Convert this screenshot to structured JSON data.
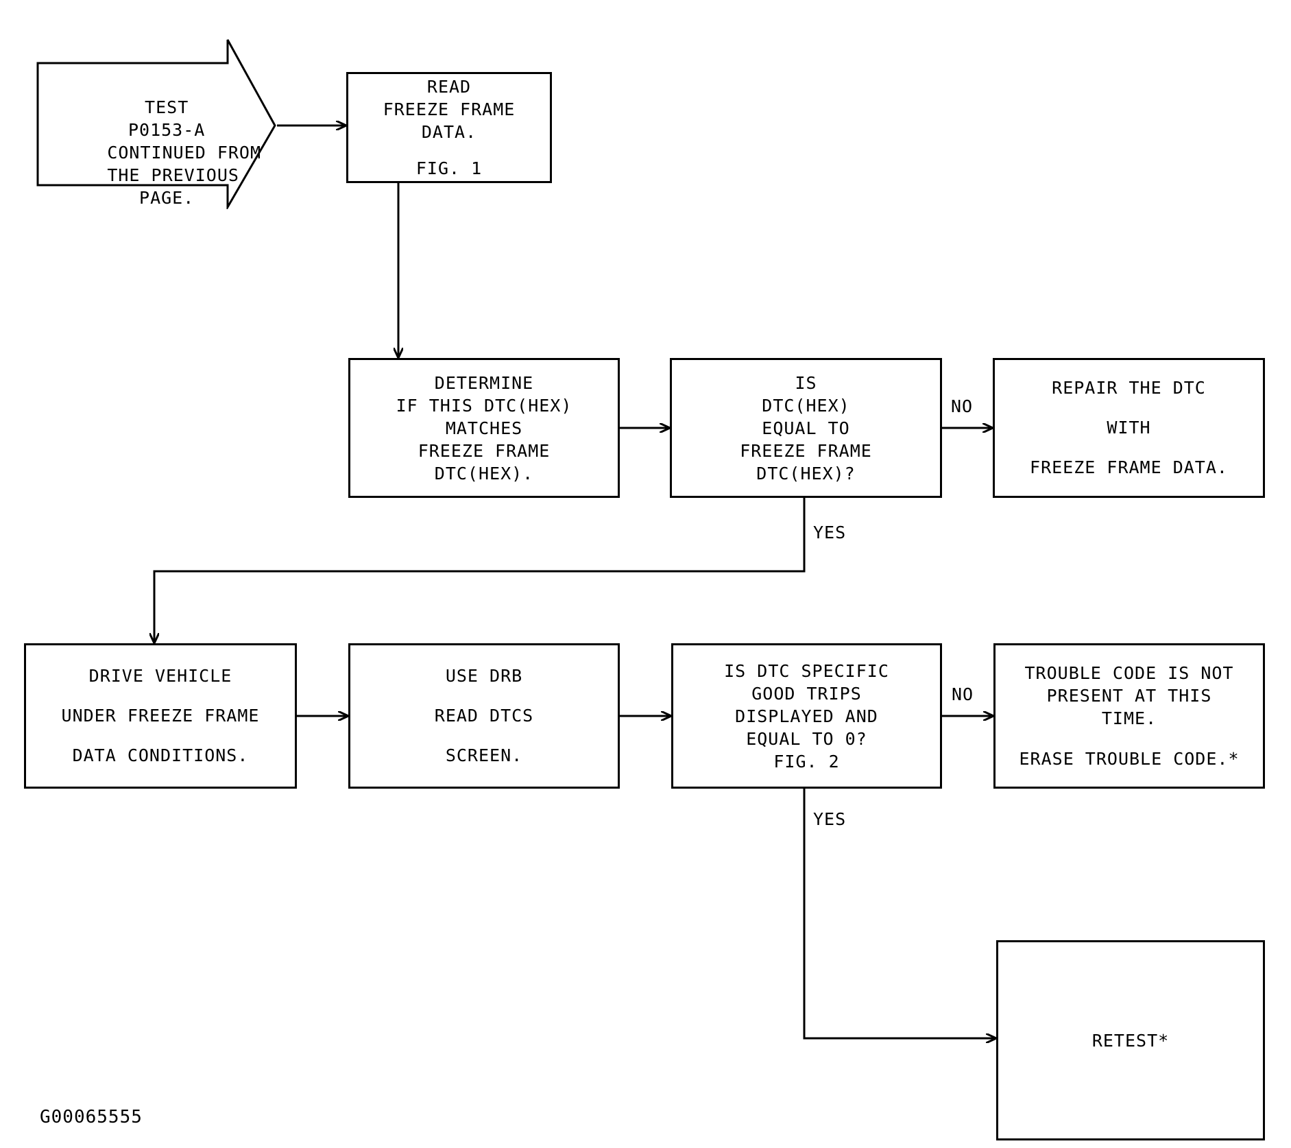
{
  "diagram": {
    "title": "TEST P0153-A flowchart continued",
    "footer_code": "G00065555",
    "stroke_color": "#000000",
    "background_color": "#ffffff"
  },
  "start_banner": {
    "name": "continued-from-previous-page-banner",
    "lines": [
      "TEST",
      "P0153-A",
      "CONTINUED FROM",
      "THE PREVIOUS",
      "PAGE."
    ]
  },
  "nodes": [
    {
      "id": "read-freeze-frame-data",
      "lines": [
        "READ",
        "FREEZE FRAME",
        "DATA.",
        "",
        "FIG. 1"
      ]
    },
    {
      "id": "determine-dtc-match",
      "lines": [
        "DETERMINE",
        "IF THIS DTC(HEX)",
        "MATCHES",
        "FREEZE FRAME",
        "DTC(HEX)."
      ]
    },
    {
      "id": "is-dtc-equal-decision",
      "lines": [
        "IS",
        "DTC(HEX)",
        "EQUAL TO",
        "FREEZE FRAME",
        "DTC(HEX)?"
      ]
    },
    {
      "id": "repair-the-dtc",
      "lines": [
        "REPAIR THE DTC",
        "WITH",
        "FREEZE FRAME DATA."
      ]
    },
    {
      "id": "drive-vehicle",
      "lines": [
        "DRIVE VEHICLE",
        "UNDER FREEZE FRAME",
        "DATA CONDITIONS."
      ]
    },
    {
      "id": "use-drb",
      "lines": [
        "USE DRB",
        "READ DTCS",
        "SCREEN."
      ]
    },
    {
      "id": "good-trips-decision",
      "lines": [
        "IS DTC SPECIFIC",
        "GOOD TRIPS",
        "DISPLAYED AND",
        "EQUAL TO 0?",
        "FIG. 2"
      ]
    },
    {
      "id": "trouble-code-not-present",
      "lines": [
        "TROUBLE CODE IS NOT",
        "PRESENT AT THIS",
        "TIME.",
        "",
        "ERASE TROUBLE CODE.*"
      ]
    },
    {
      "id": "retest",
      "lines": [
        "RETEST*"
      ]
    }
  ],
  "edge_labels": {
    "no_upper": "NO",
    "yes_upper": "YES",
    "no_lower": "NO",
    "yes_lower": "YES"
  }
}
